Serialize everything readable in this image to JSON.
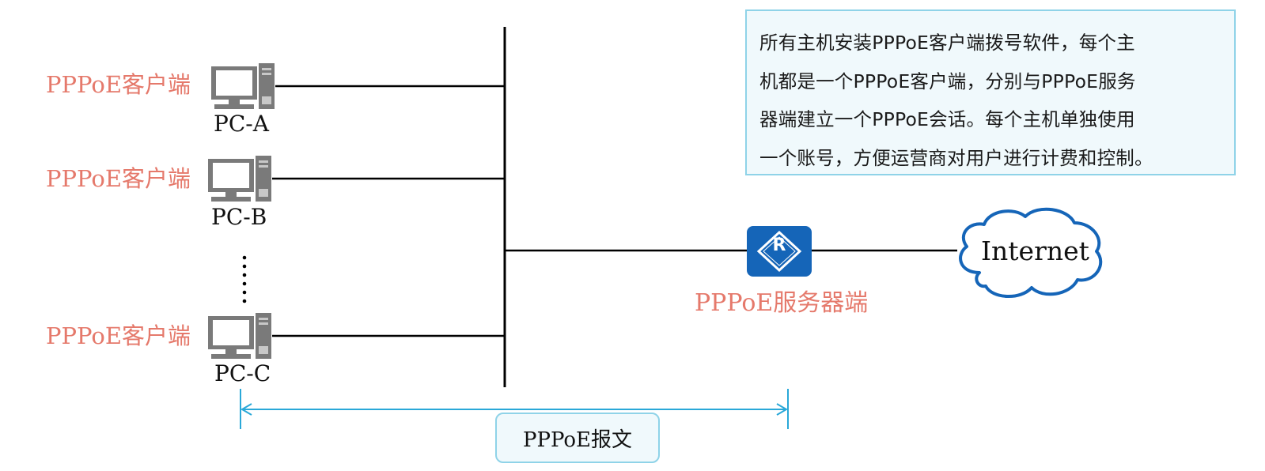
{
  "clients": [
    {
      "role_label": "PPPoE客户端",
      "pc_name": "PC-A"
    },
    {
      "role_label": "PPPoE客户端",
      "pc_name": "PC-B"
    },
    {
      "role_label": "PPPoE客户端",
      "pc_name": "PC-C"
    }
  ],
  "server": {
    "label": "PPPoE服务器端",
    "icon_letter": "R"
  },
  "internet": {
    "label": "Internet"
  },
  "note": {
    "text": "所有主机安装PPPoE客户端拨号软件，每个主机都是一个PPPoE客户端，分别与PPPoE服务器端建立一个PPPoE会话。每个主机单独使用一个账号，方便运营商对用户进行计费和控制。",
    "lines": [
      "所有主机安装PPPoE客户端拨号软件，每个主",
      "机都是一个PPPoE客户端，分别与PPPoE服务",
      "器端建立一个PPPoE会话。每个主机单独使用",
      "一个账号，方便运营商对用户进行计费和控制。"
    ]
  },
  "packet": {
    "label": "PPPoE报文"
  },
  "colors": {
    "client_label": "#e5796b",
    "router": "#1565b8",
    "arrow": "#2aa8d8",
    "box_border": "#8fd3e8",
    "box_fill": "#f0f9fc",
    "pc_gray": "#7a7a7a"
  }
}
